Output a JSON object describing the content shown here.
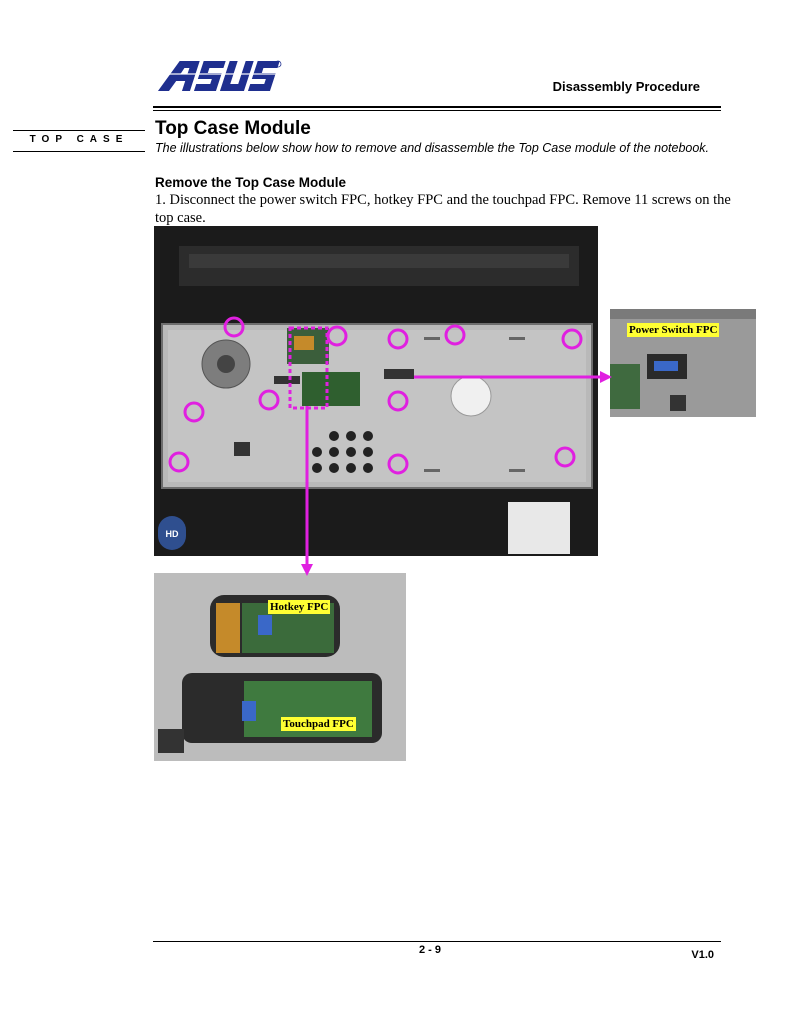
{
  "header": {
    "brand": "ASUS",
    "title": "Disassembly Procedure"
  },
  "side_tab": {
    "label": "TOP CASE"
  },
  "section": {
    "title": "Top Case Module",
    "subtitle": "The illustrations below show how to remove and disassemble the Top Case module of the notebook."
  },
  "procedure": {
    "heading": "Remove the Top Case Module",
    "step1": "1. Disconnect the power switch FPC, hotkey FPC and the touchpad FPC. Remove 11 screws on the top case."
  },
  "callouts": {
    "power_switch": "Power Switch FPC",
    "hotkey": "Hotkey FPC",
    "touchpad": "Touchpad FPC"
  },
  "main_photo": {
    "badge": "HD"
  },
  "colors": {
    "marker": "#e020e0",
    "label_bg": "#ffff33",
    "case_metal": "#b8b8b8"
  },
  "footer": {
    "page": "2 - 9",
    "version": "V1.0"
  }
}
